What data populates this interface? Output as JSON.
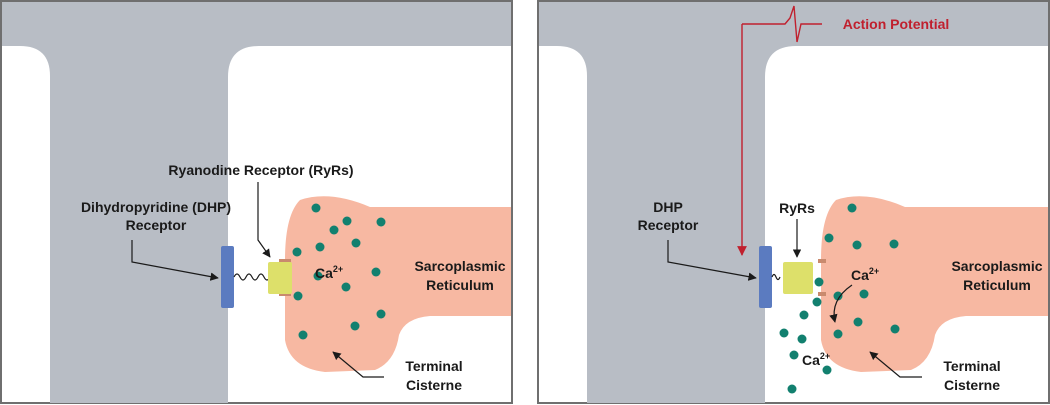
{
  "colors": {
    "tubule": "#b8bdc5",
    "border": "#6f6f6f",
    "reticulum": "#f7b8a2",
    "dhp": "#5b7bc0",
    "ryr": "#dde06a",
    "ryr_foot": "#c98a6e",
    "calcium_dot": "#12806f",
    "action_potential": "#c0202e",
    "arrow": "#1a1a1a"
  },
  "left_panel": {
    "ryr_label": "Ryanodine Receptor (RyRs)",
    "dhp_label_line1": "Dihydropyridine (DHP)",
    "dhp_label_line2": "Receptor",
    "calcium_label": "Ca",
    "calcium_charge": "2+",
    "sr_label_line1": "Sarcoplasmic",
    "sr_label_line2": "Reticulum",
    "cisterne_label_line1": "Terminal",
    "cisterne_label_line2": "Cisterne"
  },
  "right_panel": {
    "action_potential_label": "Action Potential",
    "dhp_label_line1": "DHP",
    "dhp_label_line2": "Receptor",
    "ryr_label": "RyRs",
    "calcium_inside_label": "Ca",
    "calcium_inside_charge": "2+",
    "calcium_released_label": "Ca",
    "calcium_released_charge": "2+",
    "sr_label_line1": "Sarcoplasmic",
    "sr_label_line2": "Reticulum",
    "cisterne_label_line1": "Terminal",
    "cisterne_label_line2": "Cisterne"
  }
}
